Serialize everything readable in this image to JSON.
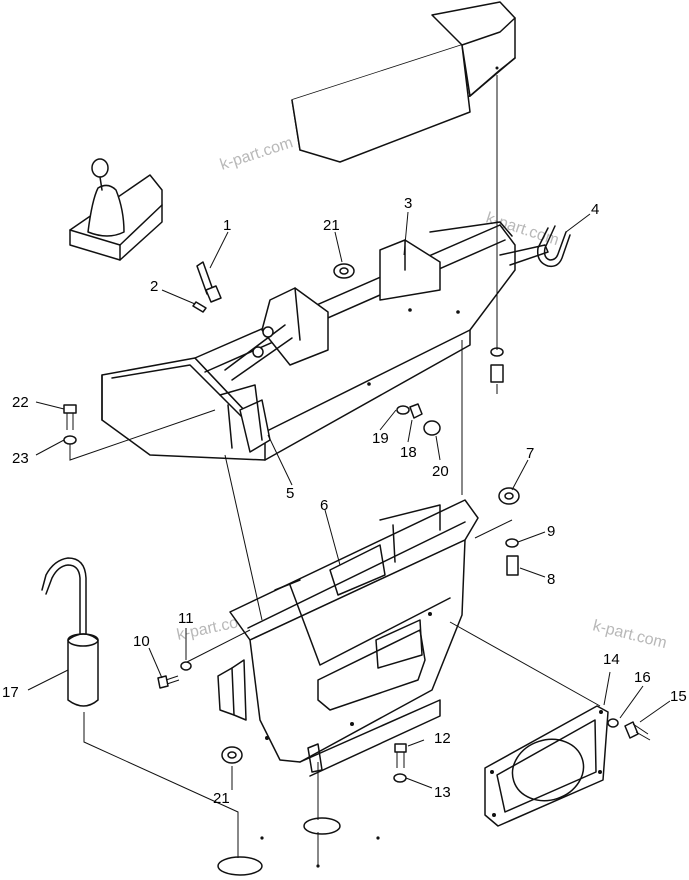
{
  "watermarks": [
    "k-part.com",
    "k-part.com",
    "k-part.com",
    "k-part.com"
  ],
  "callouts": {
    "c1": "1",
    "c2": "2",
    "c3": "3",
    "c4": "4",
    "c5": "5",
    "c6": "6",
    "c7": "7",
    "c8": "8",
    "c9": "9",
    "c10": "10",
    "c11": "11",
    "c12": "12",
    "c13": "13",
    "c14": "14",
    "c15": "15",
    "c16": "16",
    "c17": "17",
    "c18": "18",
    "c19": "19",
    "c20": "20",
    "c21a": "21",
    "c21b": "21",
    "c22": "22",
    "c23": "23"
  }
}
